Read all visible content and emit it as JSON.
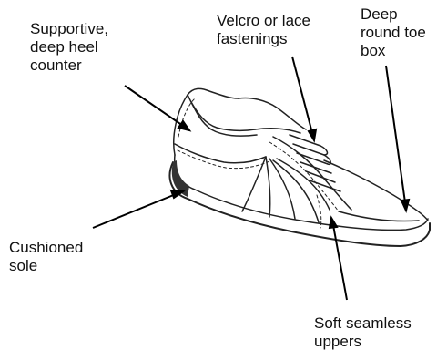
{
  "labels": {
    "heel_counter": [
      "Supportive,",
      "deep heel",
      "counter"
    ],
    "fastenings": [
      "Velcro or lace",
      "fastenings"
    ],
    "toe_box": [
      "Deep",
      "round toe",
      "box"
    ],
    "sole": [
      "Cushioned",
      "sole"
    ],
    "uppers": [
      "Soft seamless",
      "uppers"
    ]
  },
  "colors": {
    "ink": "#111111",
    "background": "#ffffff"
  }
}
